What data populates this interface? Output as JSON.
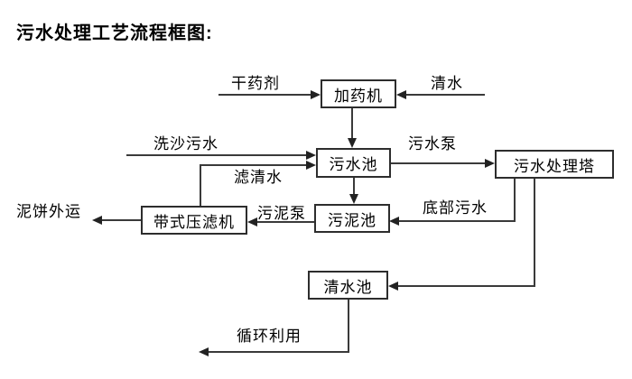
{
  "title": "污水处理工艺流程框图:",
  "nodes": {
    "dosing_machine": "加药机",
    "sewage_pool": "污水池",
    "treatment_tower": "污水处理塔",
    "sludge_pool": "污泥池",
    "belt_filter_press": "带式压滤机",
    "clean_water_pool": "清水池"
  },
  "edge_labels": {
    "dry_chemical": "干药剂",
    "clean_water_in": "清水",
    "sand_washing_sewage": "洗沙污水",
    "filtered_water": "滤清水",
    "sewage_pump": "污水泵",
    "bottom_sewage": "底部污水",
    "sludge_pump": "污泥泵",
    "mud_cake_out": "泥饼外运",
    "recycling": "循环利用"
  },
  "colors": {
    "line": "#3a3a3a",
    "box_border": "#2d2d2d",
    "text": "#000000",
    "background": "#ffffff"
  }
}
